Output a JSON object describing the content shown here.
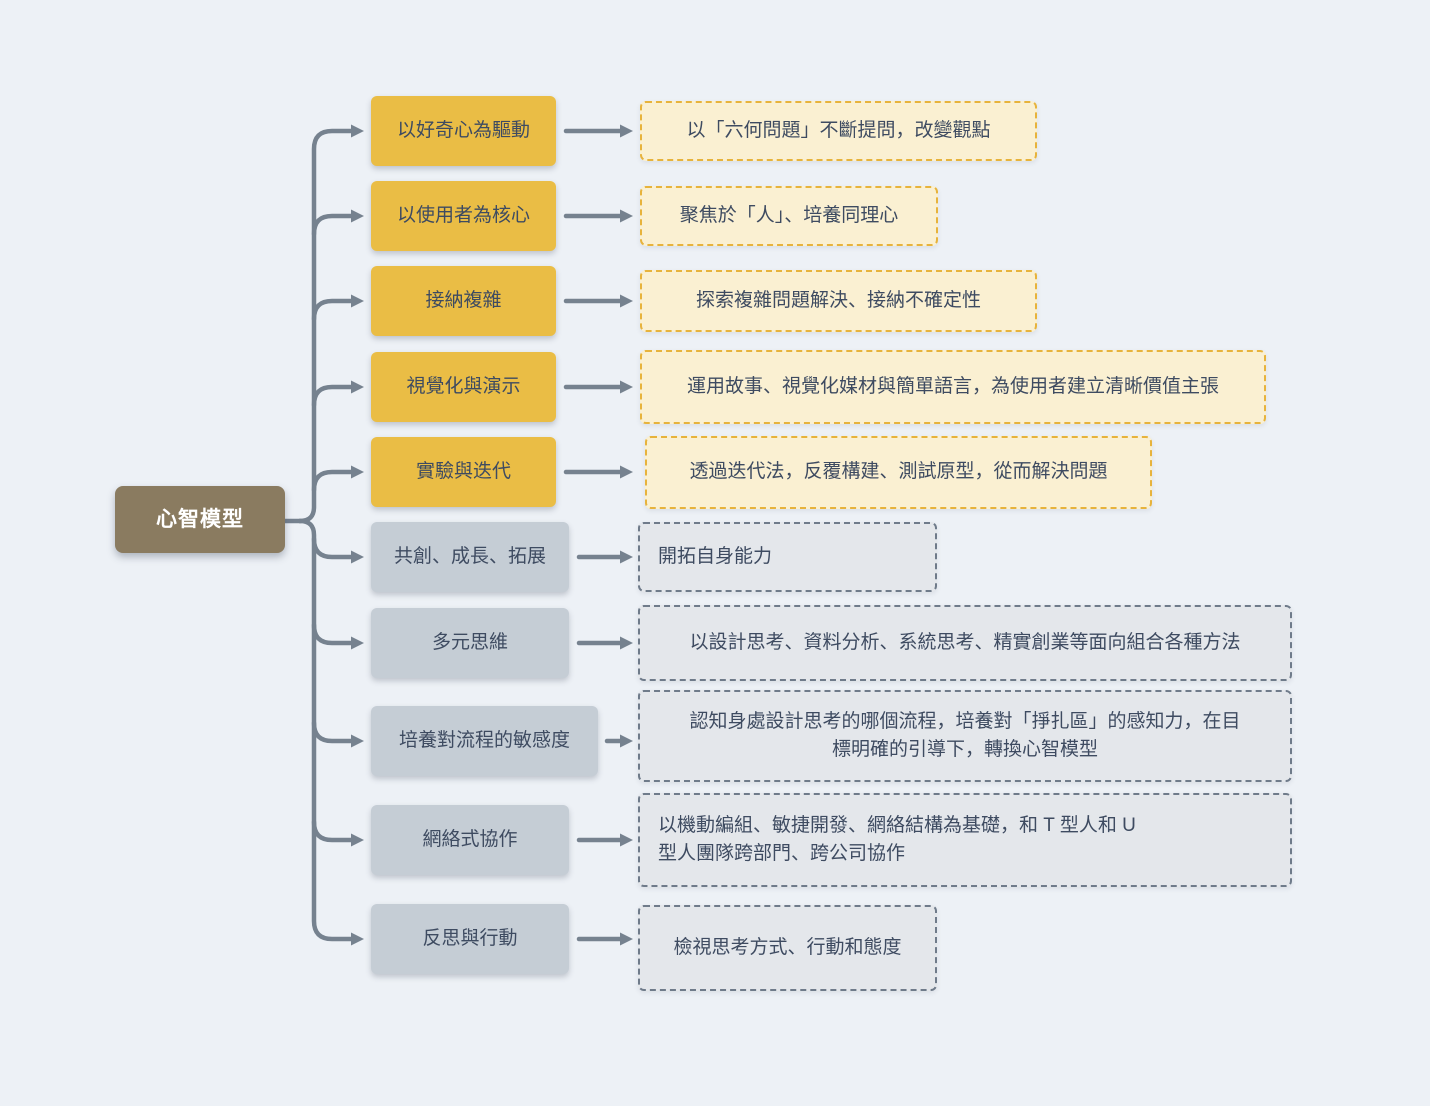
{
  "diagram": {
    "type": "mindmap",
    "background_color": "#edf1f6",
    "connector_color": "#76828f"
  },
  "colors": {
    "root_bg": "#8a7b60",
    "root_text": "#ffffff",
    "yellow_node_bg": "#eabd45",
    "yellow_leaf_bg": "#faf0d2",
    "yellow_leaf_border": "#e7b33c",
    "gray_node_bg": "#c5cdd5",
    "gray_leaf_bg": "#e4e7eb",
    "gray_leaf_border": "#6f7b8a",
    "node_text": "#3e4b61"
  },
  "root": {
    "label": "心智模型"
  },
  "branches": [
    {
      "id": "curiosity-driven",
      "theme": "yellow",
      "label": "以好奇心為驅動",
      "detail": "以「六何問題」不斷提問，改變觀點"
    },
    {
      "id": "user-centered",
      "theme": "yellow",
      "label": "以使用者為核心",
      "detail": "聚焦於「人」、培養同理心"
    },
    {
      "id": "embrace-complexity",
      "theme": "yellow",
      "label": "接納複雜",
      "detail": "探索複雜問題解決、接納不確定性"
    },
    {
      "id": "visualization-demo",
      "theme": "yellow",
      "label": "視覺化與演示",
      "detail": "運用故事、視覺化媒材與簡單語言，為使用者建立清晰價值主張"
    },
    {
      "id": "experiment-iterate",
      "theme": "yellow",
      "label": "實驗與迭代",
      "detail": "透過迭代法，反覆構建、測試原型，從而解決問題"
    },
    {
      "id": "cocreate-grow-expand",
      "theme": "gray",
      "label": "共創、成長、拓展",
      "detail": "開拓自身能力"
    },
    {
      "id": "diverse-thinking",
      "theme": "gray",
      "label": "多元思維",
      "detail": "以設計思考、資料分析、系統思考、精實創業等面向組合各種方法"
    },
    {
      "id": "process-sensitivity",
      "theme": "gray",
      "label": "培養對流程的敏感度",
      "detail": "認知身處設計思考的哪個流程，培養對「掙扎區」的感知力，在目\n標明確的引導下，轉換心智模型"
    },
    {
      "id": "networked-collaboration",
      "theme": "gray",
      "label": "網絡式協作",
      "detail": "以機動編組、敏捷開發、網絡結構為基礎，和 T 型人和 U\n型人團隊跨部門、跨公司協作"
    },
    {
      "id": "reflect-and-act",
      "theme": "gray",
      "label": "反思與行動",
      "detail": "檢視思考方式、行動和態度"
    }
  ]
}
